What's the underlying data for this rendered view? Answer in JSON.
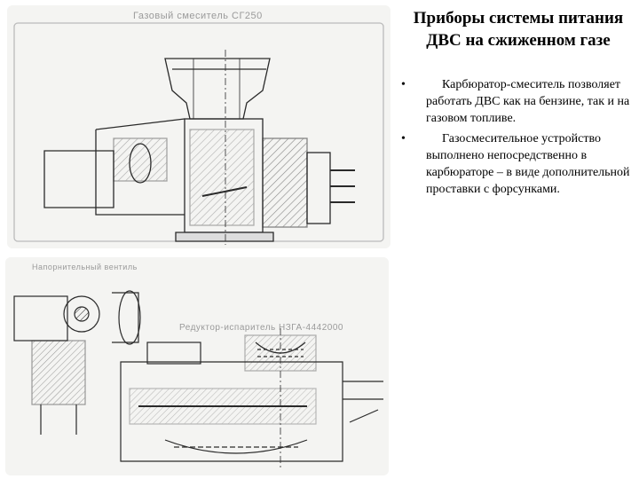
{
  "slide": {
    "title": "Приборы системы питания ДВС на сжиженном газе",
    "bullet_symbol": "•",
    "bullets": [
      "Карбюратор-смеситель позволяет работать ДВС как на бензине, так и на газовом топливе.",
      "Газосмесительное устройство выполнено непосредственно в карбюраторе – в виде дополнительной проставки с форсунками."
    ]
  },
  "figures": {
    "top": {
      "caption": "Газовый смеситель СГ250"
    },
    "bottom": {
      "caption_left": "Напорнительный вентиль",
      "caption_right": "Редуктор-испаритель НЗГА-4442000"
    }
  }
}
